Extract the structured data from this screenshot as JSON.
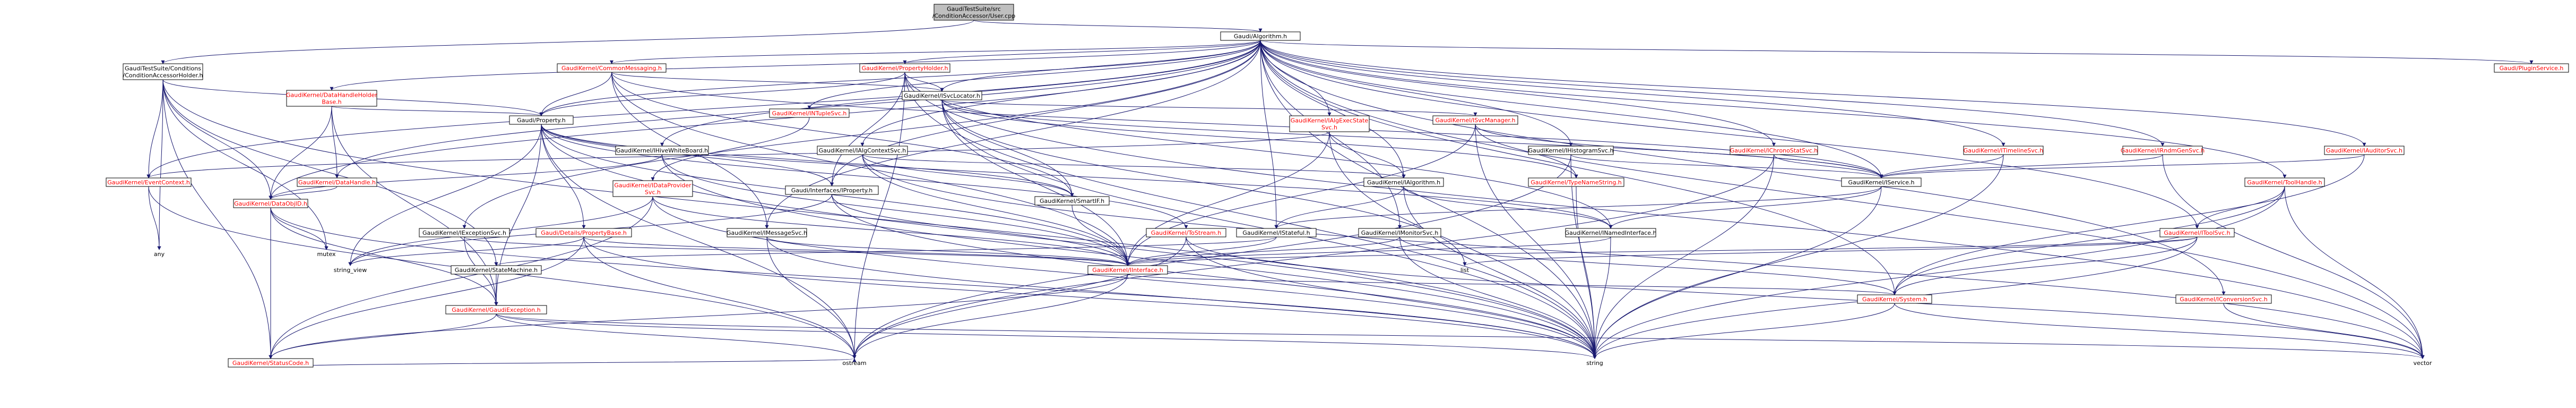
{
  "colors": {
    "edge": "#191970",
    "node_red_text": "#ff0000",
    "node_text": "#000000",
    "node_fill": "#ffffff",
    "root_fill": "#bfbfbf"
  },
  "nodes": [
    {
      "id": "root",
      "lines": [
        "GaudiTestSuite/src",
        "/ConditionAccessor/User.cpp"
      ],
      "style": "root"
    },
    {
      "id": "algorithm",
      "lines": [
        "Gaudi/Algorithm.h"
      ],
      "style": "normal"
    },
    {
      "id": "condholder",
      "lines": [
        "GaudiTestSuite/Conditions",
        "/ConditionAccessorHolder.h"
      ],
      "style": "normal"
    },
    {
      "id": "commonmsg",
      "lines": [
        "GaudiKernel/CommonMessaging.h"
      ],
      "style": "red"
    },
    {
      "id": "propholder",
      "lines": [
        "GaudiKernel/PropertyHolder.h"
      ],
      "style": "red"
    },
    {
      "id": "svclocator",
      "lines": [
        "GaudiKernel/ISvcLocator.h"
      ],
      "style": "normal"
    },
    {
      "id": "datahandleholder",
      "lines": [
        "GaudiKernel/DataHandleHolder",
        "Base.h"
      ],
      "style": "red"
    },
    {
      "id": "ntuplesvc",
      "lines": [
        "GaudiKernel/INTupleSvc.h"
      ],
      "style": "red"
    },
    {
      "id": "algexecstate",
      "lines": [
        "GaudiKernel/IAlgExecState",
        "Svc.h"
      ],
      "style": "red"
    },
    {
      "id": "svcmanager",
      "lines": [
        "GaudiKernel/ISvcManager.h"
      ],
      "style": "red"
    },
    {
      "id": "property_h",
      "lines": [
        "Gaudi/Property.h"
      ],
      "style": "normal"
    },
    {
      "id": "hivewb",
      "lines": [
        "GaudiKernel/IHiveWhiteBoard.h"
      ],
      "style": "normal"
    },
    {
      "id": "algcontext",
      "lines": [
        "GaudiKernel/IAlgContextSvc.h"
      ],
      "style": "normal"
    },
    {
      "id": "histosvc",
      "lines": [
        "GaudiKernel/IHistogramSvc.h"
      ],
      "style": "normal"
    },
    {
      "id": "chronostat",
      "lines": [
        "GaudiKernel/IChronoStatSvc.h"
      ],
      "style": "red"
    },
    {
      "id": "timelinesvc",
      "lines": [
        "GaudiKernel/ITimelineSvc.h"
      ],
      "style": "red"
    },
    {
      "id": "rndmgen",
      "lines": [
        "GaudiKernel/IRndmGenSvc.h"
      ],
      "style": "red"
    },
    {
      "id": "auditorsvc",
      "lines": [
        "GaudiKernel/IAuditorSvc.h"
      ],
      "style": "red"
    },
    {
      "id": "pluginsvc",
      "lines": [
        "Gaudi/PluginService.h"
      ],
      "style": "red"
    },
    {
      "id": "eventcontext",
      "lines": [
        "GaudiKernel/EventContext.h"
      ],
      "style": "red"
    },
    {
      "id": "datahandle",
      "lines": [
        "GaudiKernel/DataHandle.h"
      ],
      "style": "red"
    },
    {
      "id": "dataobjid",
      "lines": [
        "GaudiKernel/DataObjID.h"
      ],
      "style": "red"
    },
    {
      "id": "dataprovider",
      "lines": [
        "GaudiKernel/IDataProvider",
        "Svc.h"
      ],
      "style": "red"
    },
    {
      "id": "iproperty",
      "lines": [
        "Gaudi/Interfaces/IProperty.h"
      ],
      "style": "normal"
    },
    {
      "id": "smartif",
      "lines": [
        "GaudiKernel/SmartIF.h"
      ],
      "style": "normal"
    },
    {
      "id": "ialgorithm",
      "lines": [
        "GaudiKernel/IAlgorithm.h"
      ],
      "style": "normal"
    },
    {
      "id": "typenamestring",
      "lines": [
        "GaudiKernel/TypeNameString.h"
      ],
      "style": "red"
    },
    {
      "id": "iservice",
      "lines": [
        "GaudiKernel/IService.h"
      ],
      "style": "normal"
    },
    {
      "id": "toolhandle",
      "lines": [
        "GaudiKernel/ToolHandle.h"
      ],
      "style": "red"
    },
    {
      "id": "exceptionsvc",
      "lines": [
        "GaudiKernel/IExceptionSvc.h"
      ],
      "style": "normal"
    },
    {
      "id": "messagesvc",
      "lines": [
        "GaudiKernel/IMessageSvc.h"
      ],
      "style": "normal"
    },
    {
      "id": "details",
      "lines": [
        "Gaudi/Details/PropertyBase.h"
      ],
      "style": "red"
    },
    {
      "id": "istateful",
      "lines": [
        "GaudiKernel/IStateful.h"
      ],
      "style": "normal"
    },
    {
      "id": "textream",
      "lines": [
        "GaudiKernel/ToStream.h"
      ],
      "style": "red"
    },
    {
      "id": "imonitorsvc",
      "lines": [
        "GaudiKernel/IMonitorSvc.h"
      ],
      "style": "normal"
    },
    {
      "id": "inamedif",
      "lines": [
        "GaudiKernel/INamedInterface.h"
      ],
      "style": "normal"
    },
    {
      "id": "itoolsvc",
      "lines": [
        "GaudiKernel/IToolSvc.h"
      ],
      "style": "red"
    },
    {
      "id": "any",
      "lines": [
        "any"
      ],
      "style": "plain"
    },
    {
      "id": "mutex",
      "lines": [
        "mutex"
      ],
      "style": "plain"
    },
    {
      "id": "statemachine",
      "lines": [
        "GaudiKernel/StateMachine.h"
      ],
      "style": "normal"
    },
    {
      "id": "string_view",
      "lines": [
        "string_view"
      ],
      "style": "plain"
    },
    {
      "id": "iinterface",
      "lines": [
        "GaudiKernel/IInterface.h"
      ],
      "style": "red"
    },
    {
      "id": "list",
      "lines": [
        "list"
      ],
      "style": "plain"
    },
    {
      "id": "system",
      "lines": [
        "GaudiKernel/System.h"
      ],
      "style": "red"
    },
    {
      "id": "conversionsvc",
      "lines": [
        "GaudiKernel/IConversionSvc.h"
      ],
      "style": "red"
    },
    {
      "id": "gaudiexception",
      "lines": [
        "GaudiKernel/GaudiException.h"
      ],
      "style": "red"
    },
    {
      "id": "statuscode",
      "lines": [
        "GaudiKernel/StatusCode.h"
      ],
      "style": "red"
    },
    {
      "id": "ostream",
      "lines": [
        "ostream"
      ],
      "style": "plain"
    },
    {
      "id": "string",
      "lines": [
        "string"
      ],
      "style": "plain"
    },
    {
      "id": "vector",
      "lines": [
        "vector"
      ],
      "style": "plain"
    }
  ]
}
